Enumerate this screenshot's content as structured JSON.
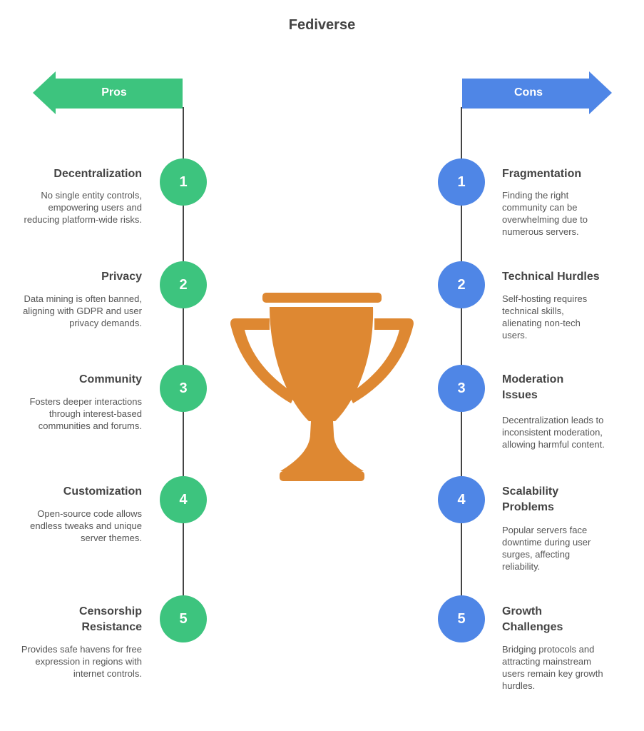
{
  "title": "Fediverse",
  "colors": {
    "pros": "#3dc47e",
    "cons": "#4f86e6",
    "trophy": "#de8832",
    "line": "#444444"
  },
  "pros": {
    "label": "Pros",
    "items": [
      {
        "number": "1",
        "title": "Decentralization",
        "desc": "No single entity controls, empowering users and reducing platform-wide risks."
      },
      {
        "number": "2",
        "title": "Privacy",
        "desc": "Data mining is often banned, aligning with GDPR and user privacy demands."
      },
      {
        "number": "3",
        "title": "Community",
        "desc": "Fosters deeper interactions through interest-based communities and forums."
      },
      {
        "number": "4",
        "title": "Customization",
        "desc": "Open-source code allows endless tweaks and unique server themes."
      },
      {
        "number": "5",
        "title": "Censorship Resistance",
        "desc": "Provides safe havens for free expression in regions with internet controls."
      }
    ]
  },
  "cons": {
    "label": "Cons",
    "items": [
      {
        "number": "1",
        "title": "Fragmentation",
        "desc": "Finding the right community can be overwhelming due to numerous servers."
      },
      {
        "number": "2",
        "title": "Technical Hurdles",
        "desc": "Self-hosting requires technical skills, alienating non-tech users."
      },
      {
        "number": "3",
        "title": "Moderation Issues",
        "desc": "Decentralization leads to inconsistent moderation, allowing harmful content."
      },
      {
        "number": "4",
        "title": "Scalability Problems",
        "desc": "Popular servers face downtime during user surges, affecting reliability."
      },
      {
        "number": "5",
        "title": "Growth Challenges",
        "desc": "Bridging protocols and attracting mainstream users remain key growth hurdles."
      }
    ]
  },
  "icons": {
    "center": "trophy-icon"
  }
}
